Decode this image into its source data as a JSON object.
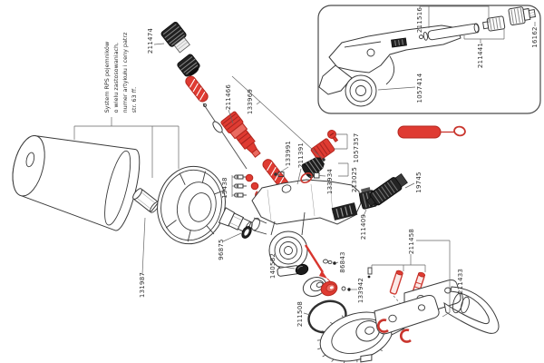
{
  "note": {
    "lines": [
      "System RPS pojemników",
      "o wielu zastosowaniach,",
      "numer artykułu i ceny patrz",
      "str. 63 ff."
    ]
  },
  "parts": {
    "p211474": "211474",
    "p211466": "211466",
    "p133969": "133969",
    "p133991": "133991",
    "p211391": "211391",
    "p15438": "15438",
    "p1057357": "1057357",
    "p133934": "133934",
    "p213025": "213025",
    "p19745": "19745",
    "p211409": "211409",
    "p96875": "96875",
    "p131987": "131987",
    "p140582": "140582",
    "p86843": "86843",
    "p133942": "133942",
    "p211508": "211508",
    "p211458": "211458",
    "p211433": "211433",
    "p211516": "211516",
    "p211441": "211441",
    "p16162": "16162",
    "p1057414": "1057414"
  },
  "colors": {
    "highlight_red": "#df3b32",
    "line_ink": "#3a3a3a",
    "label_text": "#2e2e2e",
    "background": "#ffffff"
  }
}
